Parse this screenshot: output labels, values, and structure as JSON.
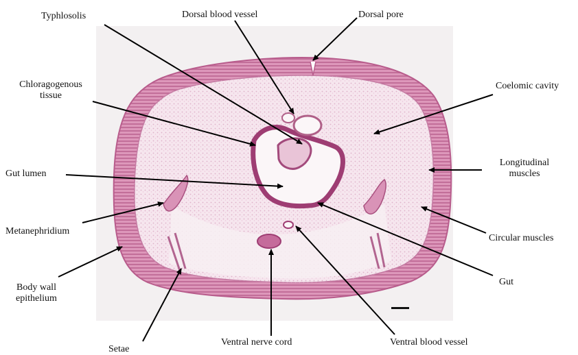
{
  "labels": {
    "typhlosolis": "Typhlosolis",
    "dorsal_blood_vessel": "Dorsal blood vessel",
    "dorsal_pore": "Dorsal pore",
    "chloragogenous_line1": "Chloragogenous",
    "chloragogenous_line2": "tissue",
    "coelomic_cavity": "Coelomic cavity",
    "gut_lumen": "Gut lumen",
    "longitudinal_line1": "Longitudinal",
    "longitudinal_line2": "muscles",
    "metanephridium": "Metanephridium",
    "circular_muscles": "Circular muscles",
    "body_wall_line1": "Body wall",
    "body_wall_line2": "epithelium",
    "gut": "Gut",
    "setae": "Setae",
    "ventral_nerve_cord": "Ventral nerve cord",
    "ventral_blood_vessel": "Ventral blood vessel"
  },
  "colors": {
    "background_panel": "#f3f0f1",
    "body_wall": "#d98fb3",
    "body_wall_dark": "#b85c8c",
    "coelom_fill": "#f6e6ee",
    "chloragogen": "#e7bfd3",
    "gut_wall": "#9e3d73",
    "lumen": "#fbf6f8",
    "arrow": "#000000"
  }
}
